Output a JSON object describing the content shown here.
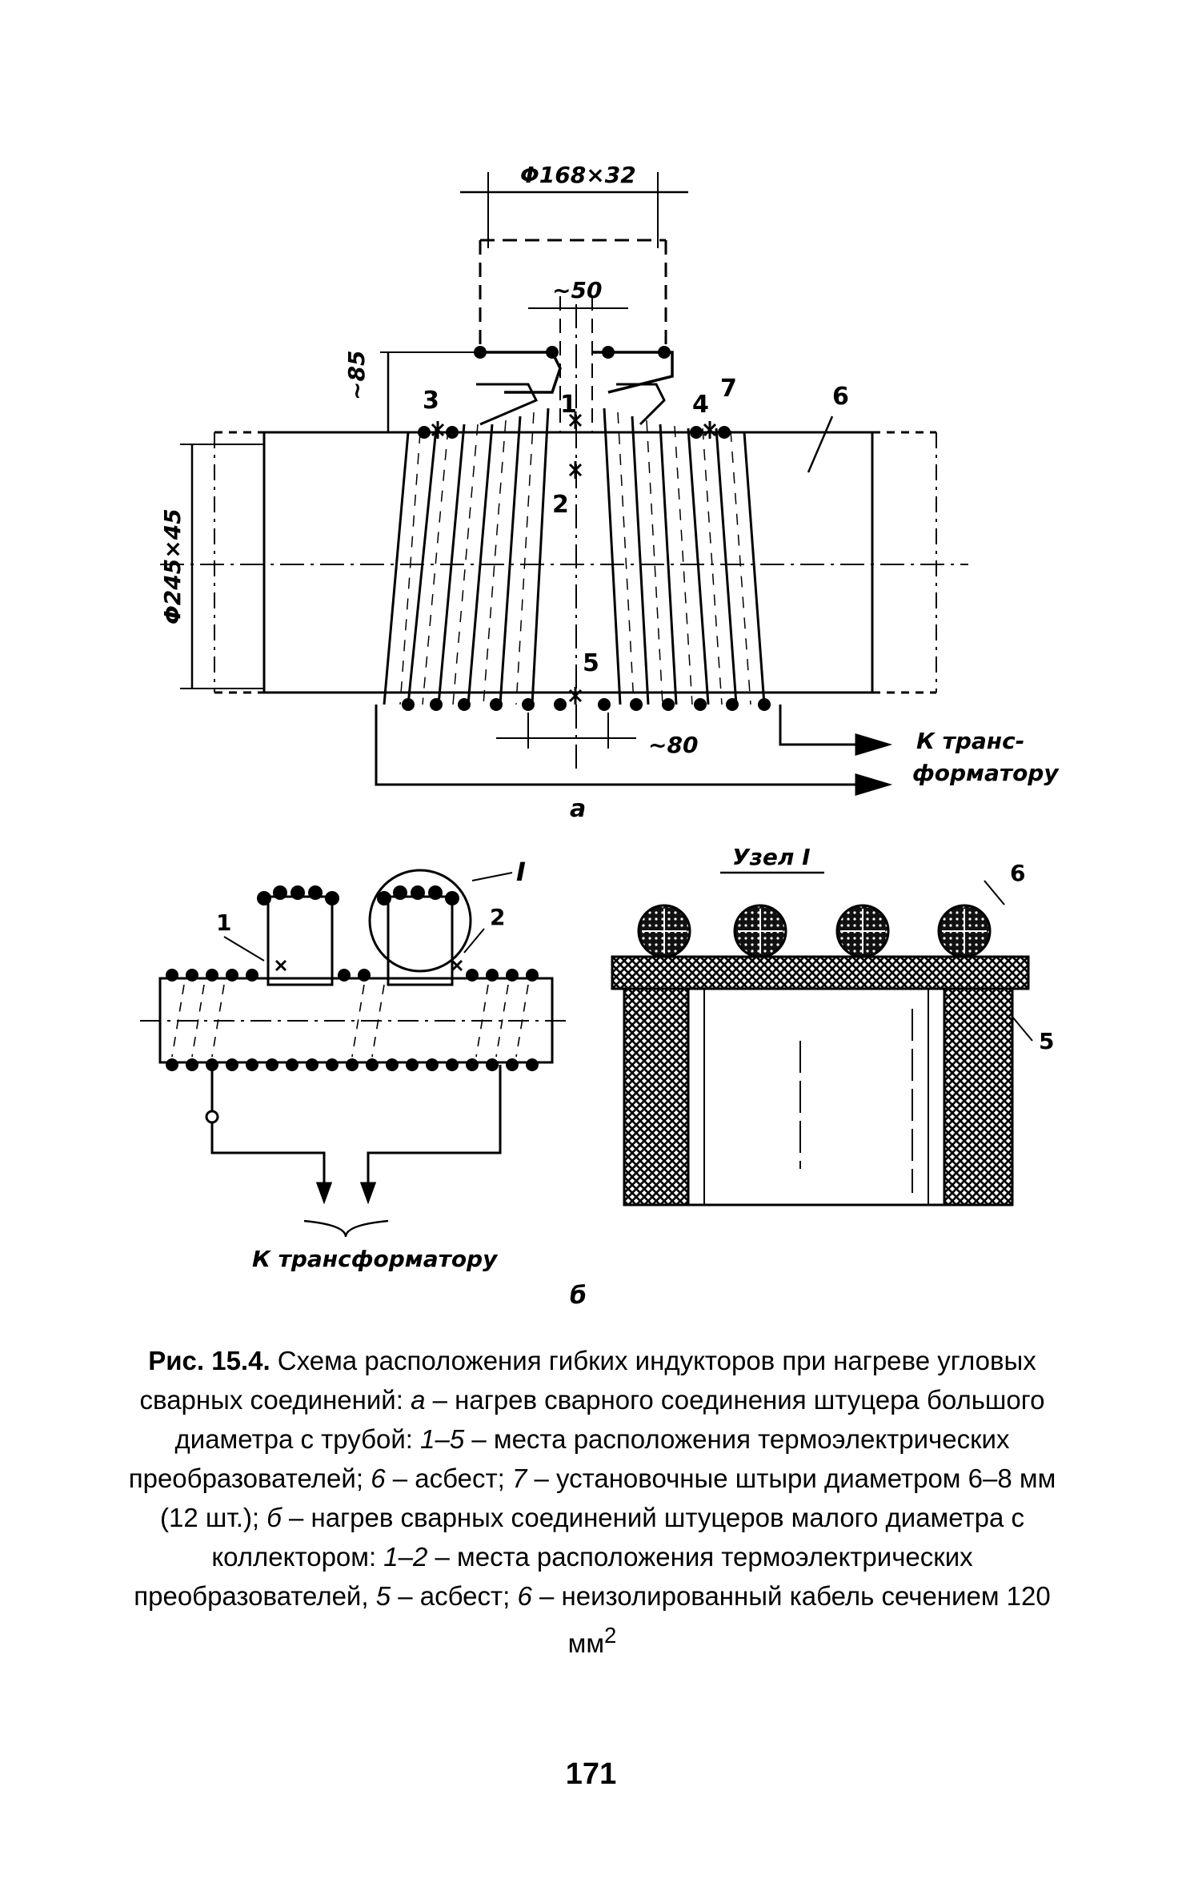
{
  "figure_a": {
    "dim_top": "Φ168×32",
    "dim_50": "~50",
    "dim_85": "~85",
    "dim_diam": "Φ245×45",
    "dim_80": "~80",
    "callouts": [
      "1",
      "2",
      "3",
      "4",
      "5",
      "6",
      "7"
    ],
    "to_transformer_1": "К транс-",
    "to_transformer_2": "форматору",
    "panel_label": "а"
  },
  "figure_b": {
    "callouts": [
      "1",
      "2"
    ],
    "node_marker": "I",
    "to_transformer": "К трансформатору",
    "panel_label": "б"
  },
  "node_detail": {
    "title": "Узел I",
    "callout_6": "6",
    "callout_5": "5"
  },
  "caption": {
    "fig_label": "Рис. 15.4.",
    "s1": " Схема расположения гибких индукторов при нагреве угловых сварных соединений: ",
    "a": "а",
    "s2": " – нагрев сварного соединения штуцера большого диаметра с трубой: ",
    "r15": "1–5",
    "s3": " – места расположения термоэлектрических преобразователей; ",
    "n6": "6",
    "s4": " – асбест; ",
    "n7": "7",
    "s5": " – установочные штыри диаметром 6–8 мм (12 шт.); ",
    "b": "б",
    "s6": " – нагрев сварных соединений штуцеров малого диаметра с коллектором: ",
    "r12": "1–2",
    "s7": " – места расположения термоэлектрических преобразователей, ",
    "n5": "5",
    "s8": " – асбест; ",
    "n6b": "6",
    "s9": " – неизолированный кабель сечением 120 мм",
    "sup": "2"
  },
  "page_number": "171"
}
